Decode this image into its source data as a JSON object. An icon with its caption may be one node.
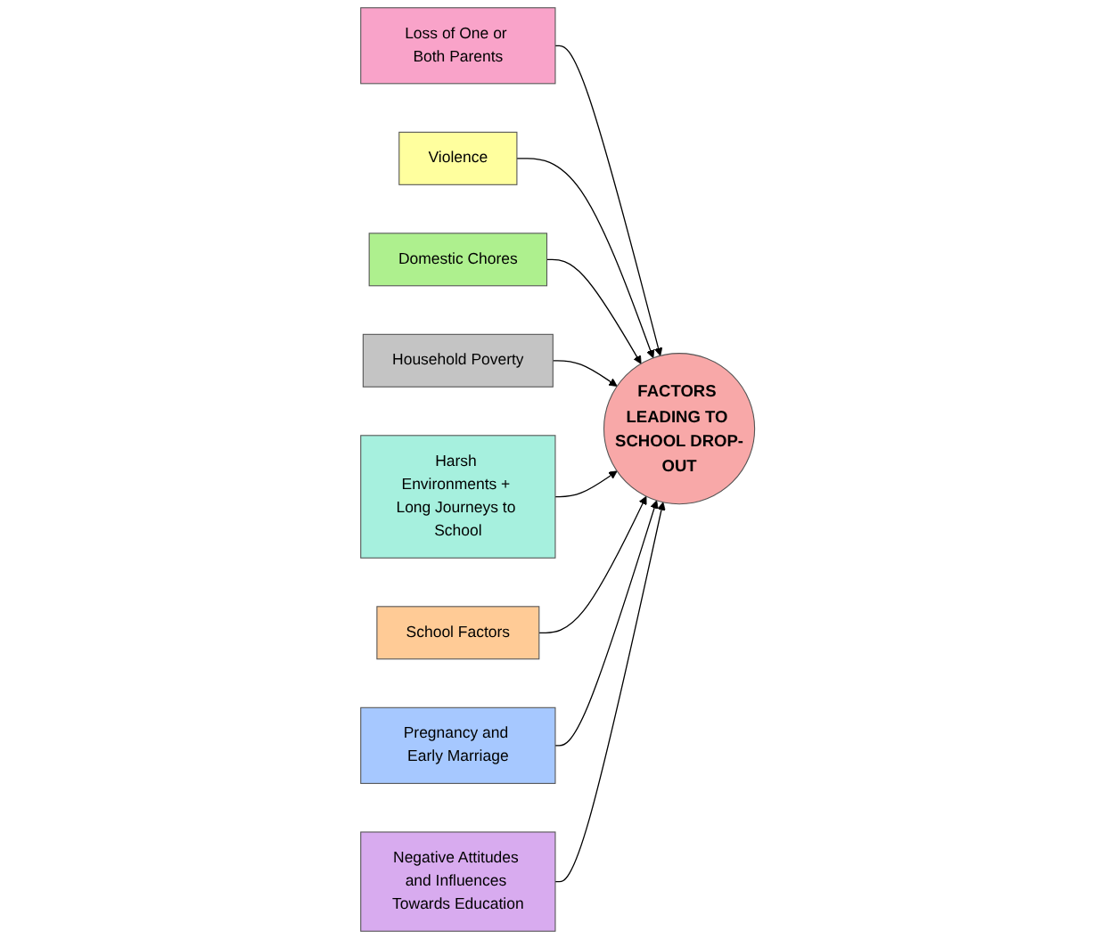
{
  "diagram": {
    "nodes": [
      {
        "text": [
          "FACTORS LEADING TO SCHOOL DROP-OUT"
        ]
      },
      {
        "text": [
          "Loss of One or Both Parents"
        ]
      },
      {
        "text": [
          "Violence"
        ]
      },
      {
        "text": [
          "Domestic Chores"
        ]
      },
      {
        "text": [
          "Household Poverty"
        ]
      },
      {
        "text": [
          "Harsh Environments + Long Journeys to School"
        ]
      },
      {
        "text": [
          "School Factors"
        ]
      },
      {
        "text": [
          "Pregnancy and Early Marriage"
        ]
      },
      {
        "text": [
          "Negative Attitudes and Influences Towards Education"
        ]
      }
    ],
    "edges": [
      {
        "from": 1,
        "to": 0,
        "arrow": "to"
      },
      {
        "from": 2,
        "to": 0,
        "arrow": "to"
      },
      {
        "from": 3,
        "to": 0,
        "arrow": "to"
      },
      {
        "from": 4,
        "to": 0,
        "arrow": "to"
      },
      {
        "from": 5,
        "to": 0,
        "arrow": "to"
      },
      {
        "from": 6,
        "to": 0,
        "arrow": "to"
      },
      {
        "from": 7,
        "to": 0,
        "arrow": "to"
      },
      {
        "from": 8,
        "to": 0,
        "arrow": "to"
      }
    ]
  }
}
